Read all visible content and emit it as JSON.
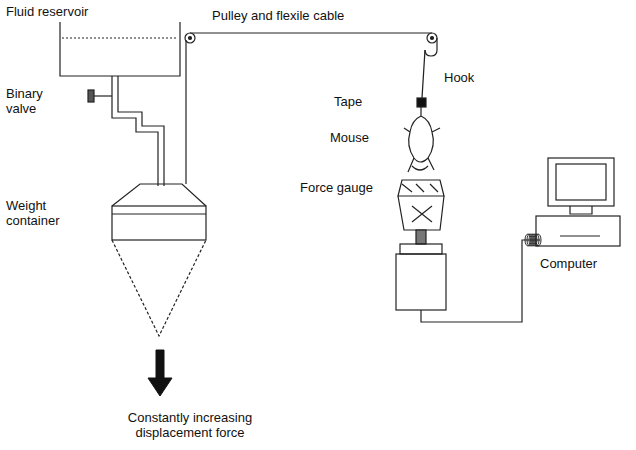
{
  "diagram": {
    "labels": [
      "Fluid reservoir",
      "Binary valve",
      "Pulley and flexile cable",
      "Hook",
      "Tape",
      "Mouse",
      "Weight container",
      "Force gauge",
      "Computer",
      "Constantly increasing displacement force"
    ]
  }
}
